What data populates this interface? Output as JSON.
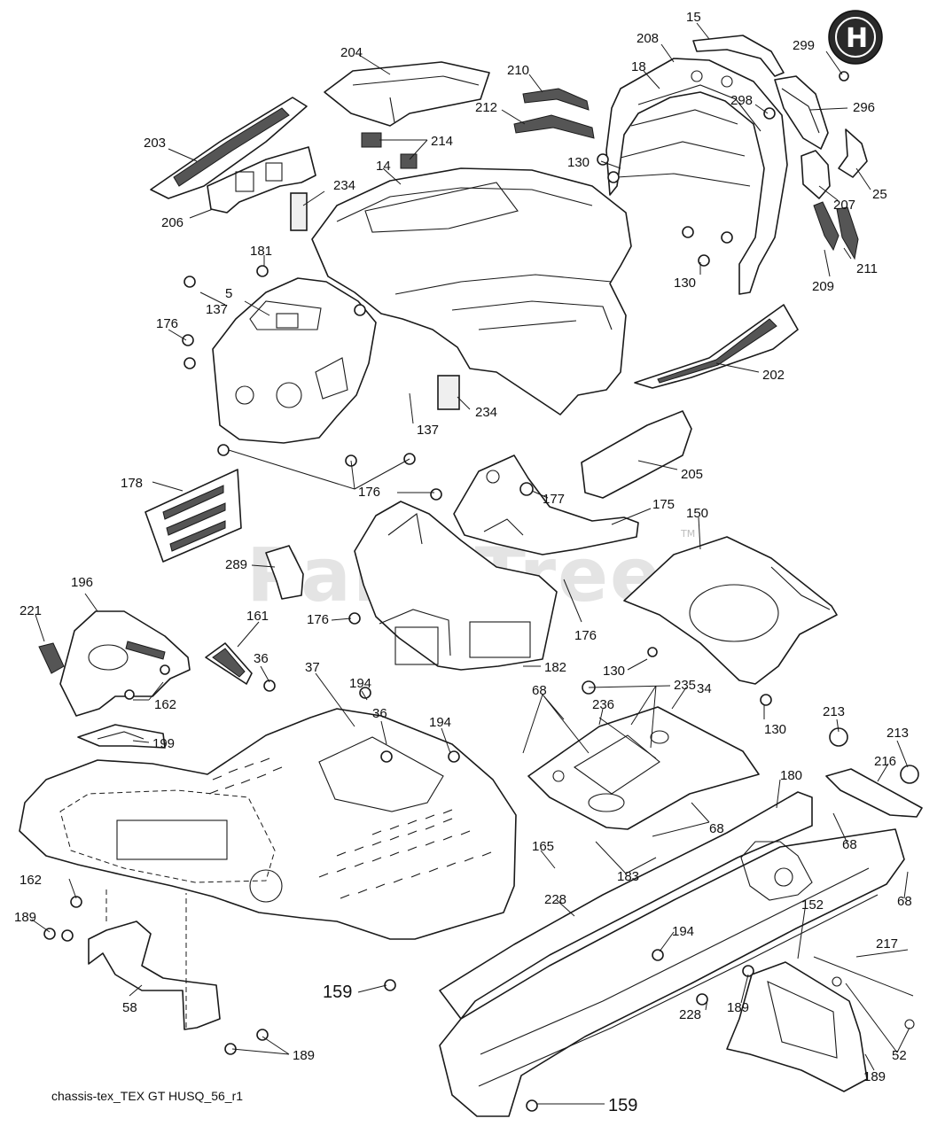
{
  "diagram": {
    "caption": "chassis-tex_TEX GT HUSQ_56_r1",
    "watermark": "PartsTree",
    "watermark_tm": "TM",
    "logo_letter": "H",
    "callouts": [
      {
        "id": "c15",
        "label": "15"
      },
      {
        "id": "c204",
        "label": "204"
      },
      {
        "id": "c208",
        "label": "208"
      },
      {
        "id": "c299",
        "label": "299"
      },
      {
        "id": "c210",
        "label": "210"
      },
      {
        "id": "c18",
        "label": "18"
      },
      {
        "id": "c298",
        "label": "298"
      },
      {
        "id": "c296",
        "label": "296"
      },
      {
        "id": "c212",
        "label": "212"
      },
      {
        "id": "c203",
        "label": "203"
      },
      {
        "id": "c214",
        "label": "214"
      },
      {
        "id": "c130a",
        "label": "130"
      },
      {
        "id": "c14",
        "label": "14"
      },
      {
        "id": "c25",
        "label": "25"
      },
      {
        "id": "c207",
        "label": "207"
      },
      {
        "id": "c206",
        "label": "206"
      },
      {
        "id": "c234a",
        "label": "234"
      },
      {
        "id": "c181",
        "label": "181"
      },
      {
        "id": "c211",
        "label": "211"
      },
      {
        "id": "c130b",
        "label": "130"
      },
      {
        "id": "c209",
        "label": "209"
      },
      {
        "id": "c5",
        "label": "5"
      },
      {
        "id": "c137a",
        "label": "137"
      },
      {
        "id": "c176a",
        "label": "176"
      },
      {
        "id": "c202",
        "label": "202"
      },
      {
        "id": "c234b",
        "label": "234"
      },
      {
        "id": "c137b",
        "label": "137"
      },
      {
        "id": "c205",
        "label": "205"
      },
      {
        "id": "c178",
        "label": "178"
      },
      {
        "id": "c176b",
        "label": "176"
      },
      {
        "id": "c177",
        "label": "177"
      },
      {
        "id": "c175",
        "label": "175"
      },
      {
        "id": "c150",
        "label": "150"
      },
      {
        "id": "c289",
        "label": "289"
      },
      {
        "id": "c196",
        "label": "196"
      },
      {
        "id": "c221",
        "label": "221"
      },
      {
        "id": "c161",
        "label": "161"
      },
      {
        "id": "c176c",
        "label": "176"
      },
      {
        "id": "c176d",
        "label": "176"
      },
      {
        "id": "c36a",
        "label": "36"
      },
      {
        "id": "c37",
        "label": "37"
      },
      {
        "id": "c130c",
        "label": "130"
      },
      {
        "id": "c182",
        "label": "182"
      },
      {
        "id": "c162a",
        "label": "162"
      },
      {
        "id": "c194a",
        "label": "194"
      },
      {
        "id": "c36b",
        "label": "36"
      },
      {
        "id": "c68a",
        "label": "68"
      },
      {
        "id": "c235",
        "label": "235"
      },
      {
        "id": "c34",
        "label": "34"
      },
      {
        "id": "c236",
        "label": "236"
      },
      {
        "id": "c130d",
        "label": "130"
      },
      {
        "id": "c194b",
        "label": "194"
      },
      {
        "id": "c213a",
        "label": "213"
      },
      {
        "id": "c213b",
        "label": "213"
      },
      {
        "id": "c199",
        "label": "199"
      },
      {
        "id": "c216",
        "label": "216"
      },
      {
        "id": "c180",
        "label": "180"
      },
      {
        "id": "c68b",
        "label": "68"
      },
      {
        "id": "c68c",
        "label": "68"
      },
      {
        "id": "c165",
        "label": "165"
      },
      {
        "id": "c183",
        "label": "183"
      },
      {
        "id": "c162b",
        "label": "162"
      },
      {
        "id": "c68d",
        "label": "68"
      },
      {
        "id": "c228a",
        "label": "228"
      },
      {
        "id": "c189a",
        "label": "189"
      },
      {
        "id": "c194c",
        "label": "194"
      },
      {
        "id": "c217",
        "label": "217"
      },
      {
        "id": "c152",
        "label": "152"
      },
      {
        "id": "c159a",
        "label": "159"
      },
      {
        "id": "c58",
        "label": "58"
      },
      {
        "id": "c228b",
        "label": "228"
      },
      {
        "id": "c189b",
        "label": "189"
      },
      {
        "id": "c189c",
        "label": "189"
      },
      {
        "id": "c52",
        "label": "52"
      },
      {
        "id": "c189d",
        "label": "189"
      },
      {
        "id": "c159b",
        "label": "159"
      }
    ]
  }
}
